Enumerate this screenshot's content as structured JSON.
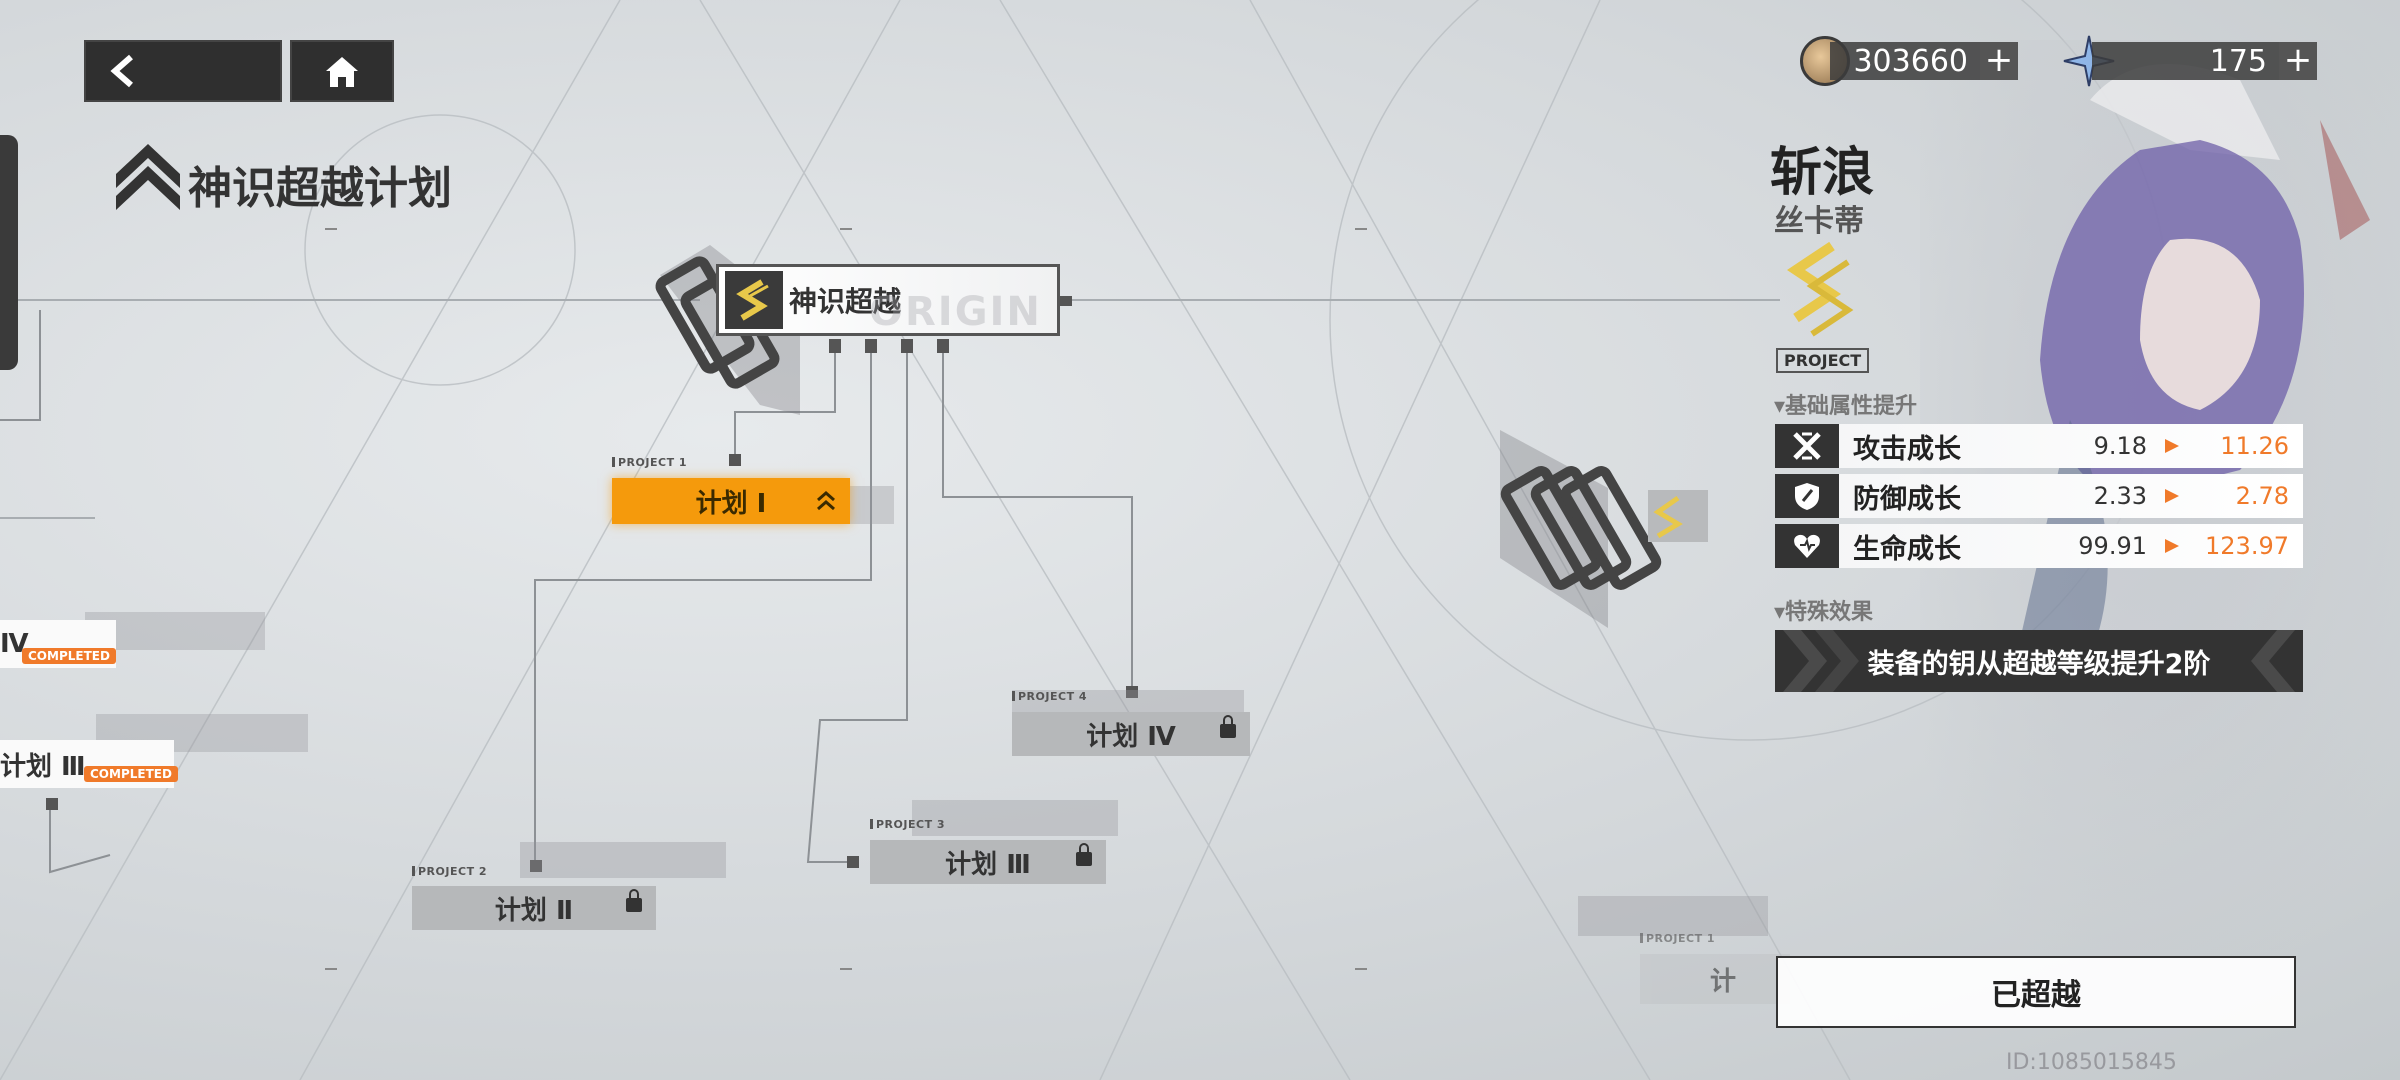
{
  "header": {
    "title": "神识超越计划"
  },
  "currency": {
    "coins": "303660",
    "crystals": "175",
    "plus": "+"
  },
  "root_node": {
    "label": "神识超越",
    "watermark": "ORIGIN"
  },
  "projects": [
    {
      "tag": "PROJECT 1",
      "label": "计划 Ⅰ",
      "state": "active"
    },
    {
      "tag": "PROJECT 2",
      "label": "计划 Ⅱ",
      "state": "locked"
    },
    {
      "tag": "PROJECT 3",
      "label": "计划 Ⅲ",
      "state": "locked"
    },
    {
      "tag": "PROJECT 4",
      "label": "计划 Ⅳ",
      "state": "locked"
    }
  ],
  "left_partial": [
    {
      "label": "Ⅳ",
      "badge": "COMPLETED"
    },
    {
      "label": "计划 Ⅲ",
      "badge": "COMPLETED"
    }
  ],
  "ghost_node": {
    "tag": "PROJECT 1",
    "label": "计"
  },
  "character": {
    "name": "斩浪",
    "subname": "丝卡蒂",
    "project_label": "PROJECT"
  },
  "stats_section": {
    "title": "基础属性提升",
    "rows": [
      {
        "icon": "attack-icon",
        "label": "攻击成长",
        "old": "9.18",
        "new": "11.26"
      },
      {
        "icon": "defense-icon",
        "label": "防御成长",
        "old": "2.33",
        "new": "2.78"
      },
      {
        "icon": "health-icon",
        "label": "生命成长",
        "old": "99.91",
        "new": "123.97"
      }
    ]
  },
  "special_section": {
    "title": "特殊效果",
    "effect": "装备的钥从超越等级提升2阶"
  },
  "action": {
    "button_label": "已超越"
  },
  "footer": {
    "uid": "ID:1085015845"
  },
  "colors": {
    "accent_orange": "#f59a0c",
    "increase_orange": "#f07a2a",
    "dark_panel": "#2f2f2f",
    "gold": "#e8c84a"
  }
}
